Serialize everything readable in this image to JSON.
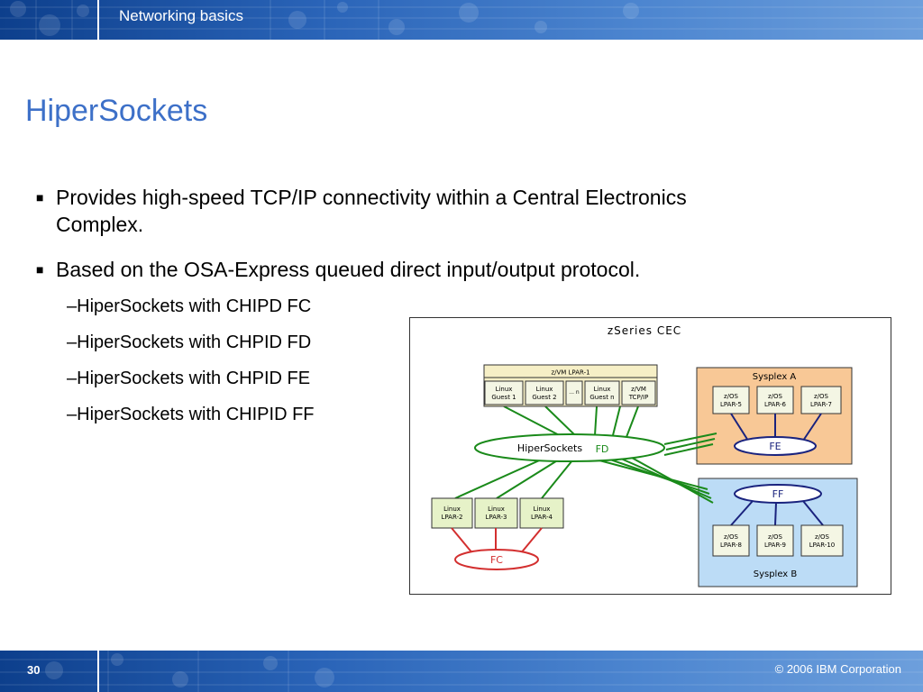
{
  "header": {
    "title": "Networking basics"
  },
  "slide": {
    "title": "HiperSockets",
    "bullets": [
      "Provides high-speed TCP/IP connectivity within a Central Electronics Complex.",
      "Based on the OSA-Express queued direct input/output protocol."
    ],
    "subitems": [
      "–HiperSockets with CHIPD FC",
      "–HiperSockets with CHPID FD",
      "–HiperSockets with CHPID FE",
      "–HiperSockets with CHIPID FF"
    ]
  },
  "diagram": {
    "title": "zSeries CEC",
    "zvm_header": "z/VM LPAR-1",
    "zvm_boxes": [
      [
        "Linux",
        "Guest 1"
      ],
      [
        "Linux",
        "Guest 2"
      ],
      [
        "... n",
        ""
      ],
      [
        "Linux",
        "Guest n"
      ],
      [
        "z/VM",
        "TCP/IP"
      ]
    ],
    "hipersockets_label": "HiperSockets",
    "fd_label": "FD",
    "sysplex_a": "Sysplex A",
    "sysplex_a_boxes": [
      [
        "z/OS",
        "LPAR-5"
      ],
      [
        "z/OS",
        "LPAR-6"
      ],
      [
        "z/OS",
        "LPAR-7"
      ]
    ],
    "fe_label": "FE",
    "linux_boxes": [
      [
        "Linux",
        "LPAR-2"
      ],
      [
        "Linux",
        "LPAR-3"
      ],
      [
        "Linux",
        "LPAR-4"
      ]
    ],
    "fc_label": "FC",
    "ff_label": "FF",
    "sysplex_b_boxes": [
      [
        "z/OS",
        "LPAR-8"
      ],
      [
        "z/OS",
        "LPAR-9"
      ],
      [
        "z/OS",
        "LPAR-10"
      ]
    ],
    "sysplex_b": "Sysplex B"
  },
  "footer": {
    "page_number": "30",
    "copyright": "© 2006 IBM Corporation"
  }
}
